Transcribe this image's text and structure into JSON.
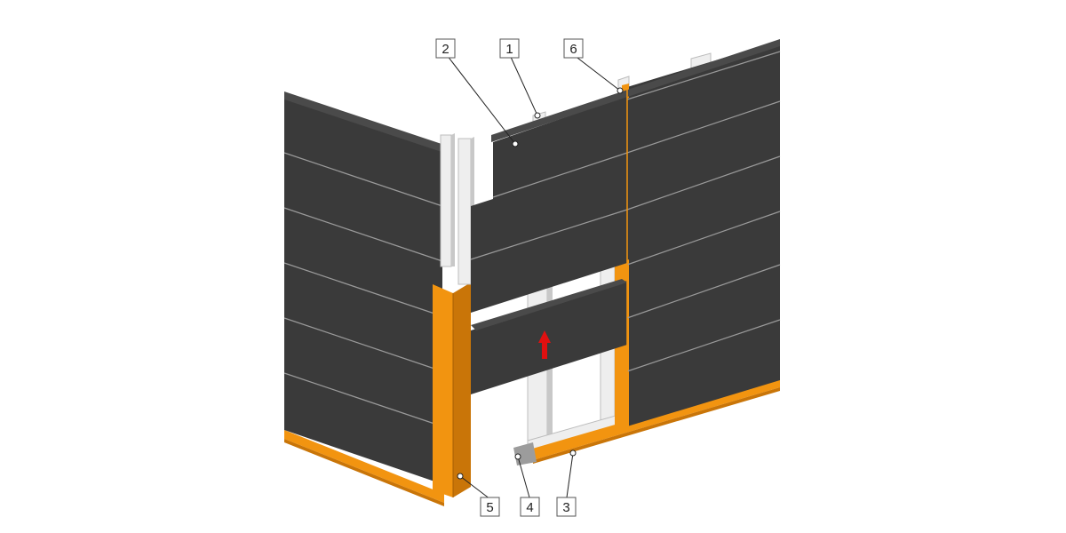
{
  "diagram": {
    "callouts": [
      {
        "id": "c1",
        "label": "1"
      },
      {
        "id": "c2",
        "label": "2"
      },
      {
        "id": "c3",
        "label": "3"
      },
      {
        "id": "c4",
        "label": "4"
      },
      {
        "id": "c5",
        "label": "5"
      },
      {
        "id": "c6",
        "label": "6"
      }
    ],
    "colors": {
      "panel": "#3a3a3a",
      "panel_top": "#4a4a4a",
      "seam": "#9a9a9a",
      "trim": "#f29410",
      "trim_dark": "#c97508",
      "rail": "#eeeeee",
      "rail_shade": "#c8c8c8",
      "arrow": "#e01010"
    }
  }
}
